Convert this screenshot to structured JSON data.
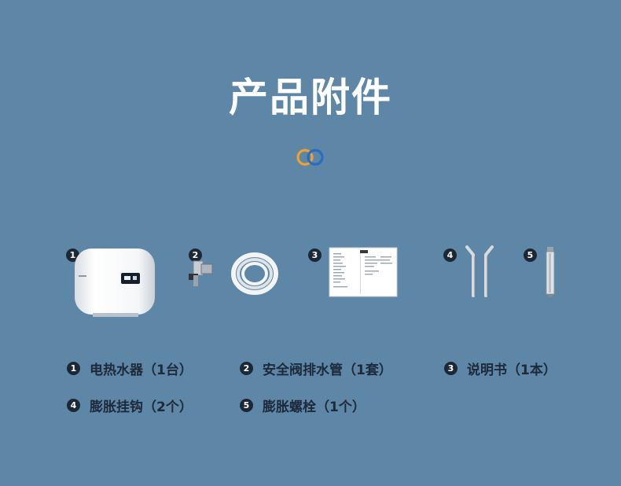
{
  "title": "产品附件",
  "colors": {
    "background": "#5e86a6",
    "ring_orange": "#f0a030",
    "ring_blue": "#2b6cc0",
    "badge": "#1c2836"
  },
  "product_badges": [
    "1",
    "2",
    "3",
    "4",
    "5"
  ],
  "legend": [
    {
      "num": "1",
      "label": "电热水器（1台）"
    },
    {
      "num": "2",
      "label": "安全阀排水管（1套）"
    },
    {
      "num": "3",
      "label": "说明书（1本）"
    },
    {
      "num": "4",
      "label": "膨胀挂钩（2个）"
    },
    {
      "num": "5",
      "label": "膨胀螺栓（1个）"
    }
  ]
}
